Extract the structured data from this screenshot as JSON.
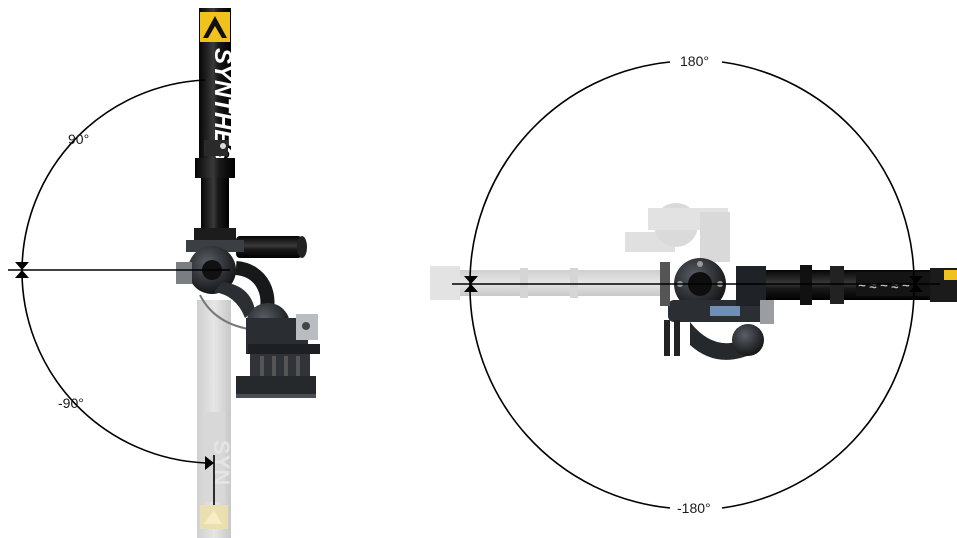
{
  "left_view": {
    "angle_upper_label": "90°",
    "angle_lower_label": "-90°",
    "brand_text": "SYNTHESE",
    "brand_colors": {
      "logo": "#f0c21b",
      "pipe": "#111111"
    }
  },
  "right_view": {
    "angle_top_label": "180°",
    "angle_bottom_label": "-180°"
  }
}
